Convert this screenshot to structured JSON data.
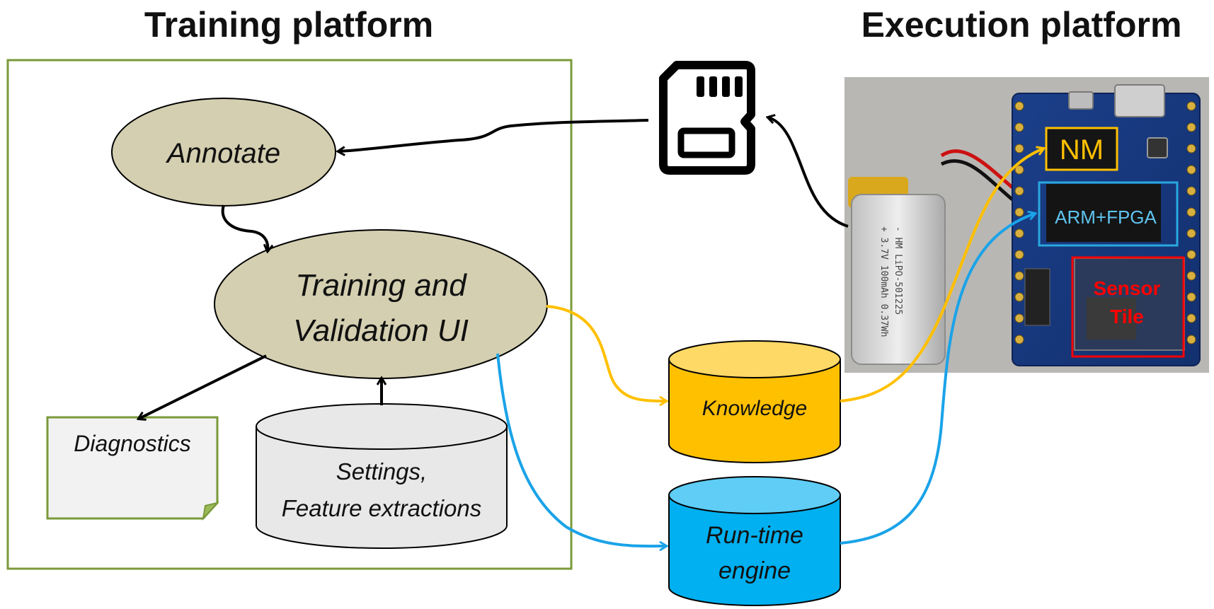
{
  "headings": {
    "training": "Training platform",
    "execution": "Execution platform"
  },
  "nodes": {
    "annotate": "Annotate",
    "training_ui_line1": "Training and",
    "training_ui_line2": "Validation UI",
    "diagnostics": "Diagnostics",
    "settings_line1": "Settings,",
    "settings_line2": "Feature extractions",
    "knowledge": "Knowledge",
    "runtime_line1": "Run-time",
    "runtime_line2": "engine"
  },
  "board_labels": {
    "nm": "NM",
    "arm_fpga": "ARM+FPGA",
    "sensor_tile_line1": "Sensor",
    "sensor_tile_line2": "Tile"
  },
  "icons": {
    "sd_card": "sd-card-icon"
  },
  "colors": {
    "frame_green": "#7a9a3a",
    "ellipse_fill": "#d4cfb0",
    "settings_fill": "#e8e8e8",
    "knowledge_fill": "#ffc000",
    "runtime_fill": "#1aa3e8",
    "nm_box": "#ffc000",
    "arm_box": "#29a8e0",
    "sensor_box": "#ff0000",
    "arrow_black": "#000000",
    "arrow_yellow": "#ffc000",
    "arrow_blue": "#1aa3e8"
  }
}
